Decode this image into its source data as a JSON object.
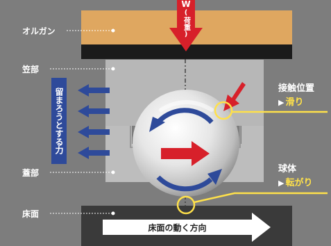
{
  "labels": {
    "organ": "オルガン",
    "kasabu": "笠部",
    "futabu": "蓋部",
    "yukamen": "床面",
    "load": "W",
    "load_sub": "(荷重)",
    "stop_force": "留まろうとする力",
    "floor_motion": "床面の動く方向",
    "contact_position": "接触位置",
    "slip": "滑り",
    "sphere": "球体",
    "rolling": "転がり"
  },
  "colors": {
    "background": "#7d7d7d",
    "organ_wood": "#dfa760",
    "dark_band": "#1b1b1b",
    "housing": "#b7b7b7",
    "floor": "#3a3a3a",
    "red": "#d7202a",
    "blue": "#2e4a9a",
    "yellow": "#ffe14a",
    "white": "#ffffff"
  },
  "icons": {
    "load_arrow": "arrow-down-icon",
    "left_arrows": "arrow-left-icon",
    "right_arrow": "arrow-right-icon",
    "rotation_arrows": "curved-arrow-icon",
    "contact_arrow": "arrow-down-left-icon",
    "contact_marker": "circle-icon"
  }
}
